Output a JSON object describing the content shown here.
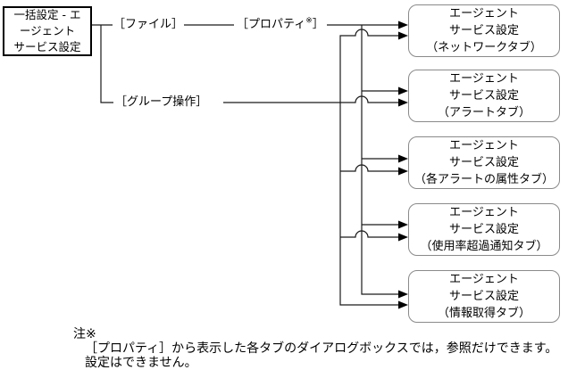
{
  "colors": {
    "line": "#1a1a1a",
    "arrow": "#000000",
    "root_box_border": "#000000",
    "target_box_border": "#8a8a8a",
    "background": "#ffffff",
    "text": "#000000"
  },
  "diagram": {
    "root_box": {
      "lines": [
        "一括設定 - エ",
        "ージェント",
        "サービス設定"
      ]
    },
    "menus": {
      "file": {
        "label": "［ファイル］"
      },
      "properties": {
        "prefix": "［プロパティ",
        "note_mark": "※",
        "suffix": "］"
      },
      "group_operation": {
        "label": "［グループ操作］"
      }
    },
    "targets": [
      {
        "lines": [
          "エージェント",
          "サービス設定",
          "（ネットワークタブ）"
        ]
      },
      {
        "lines": [
          "エージェント",
          "サービス設定",
          "（アラートタブ）"
        ]
      },
      {
        "lines": [
          "エージェント",
          "サービス設定",
          "（各アラートの属性タブ）"
        ]
      },
      {
        "lines": [
          "エージェント",
          "サービス設定",
          "（使用率超過通知タブ）"
        ]
      },
      {
        "lines": [
          "エージェント",
          "サービス設定",
          "（情報取得タブ）"
        ]
      }
    ],
    "note": {
      "label": "注※",
      "lines": [
        "［プロパティ］から表示した各タブのダイアログボックスでは，参照だけできます。",
        "設定はできません。"
      ]
    }
  }
}
